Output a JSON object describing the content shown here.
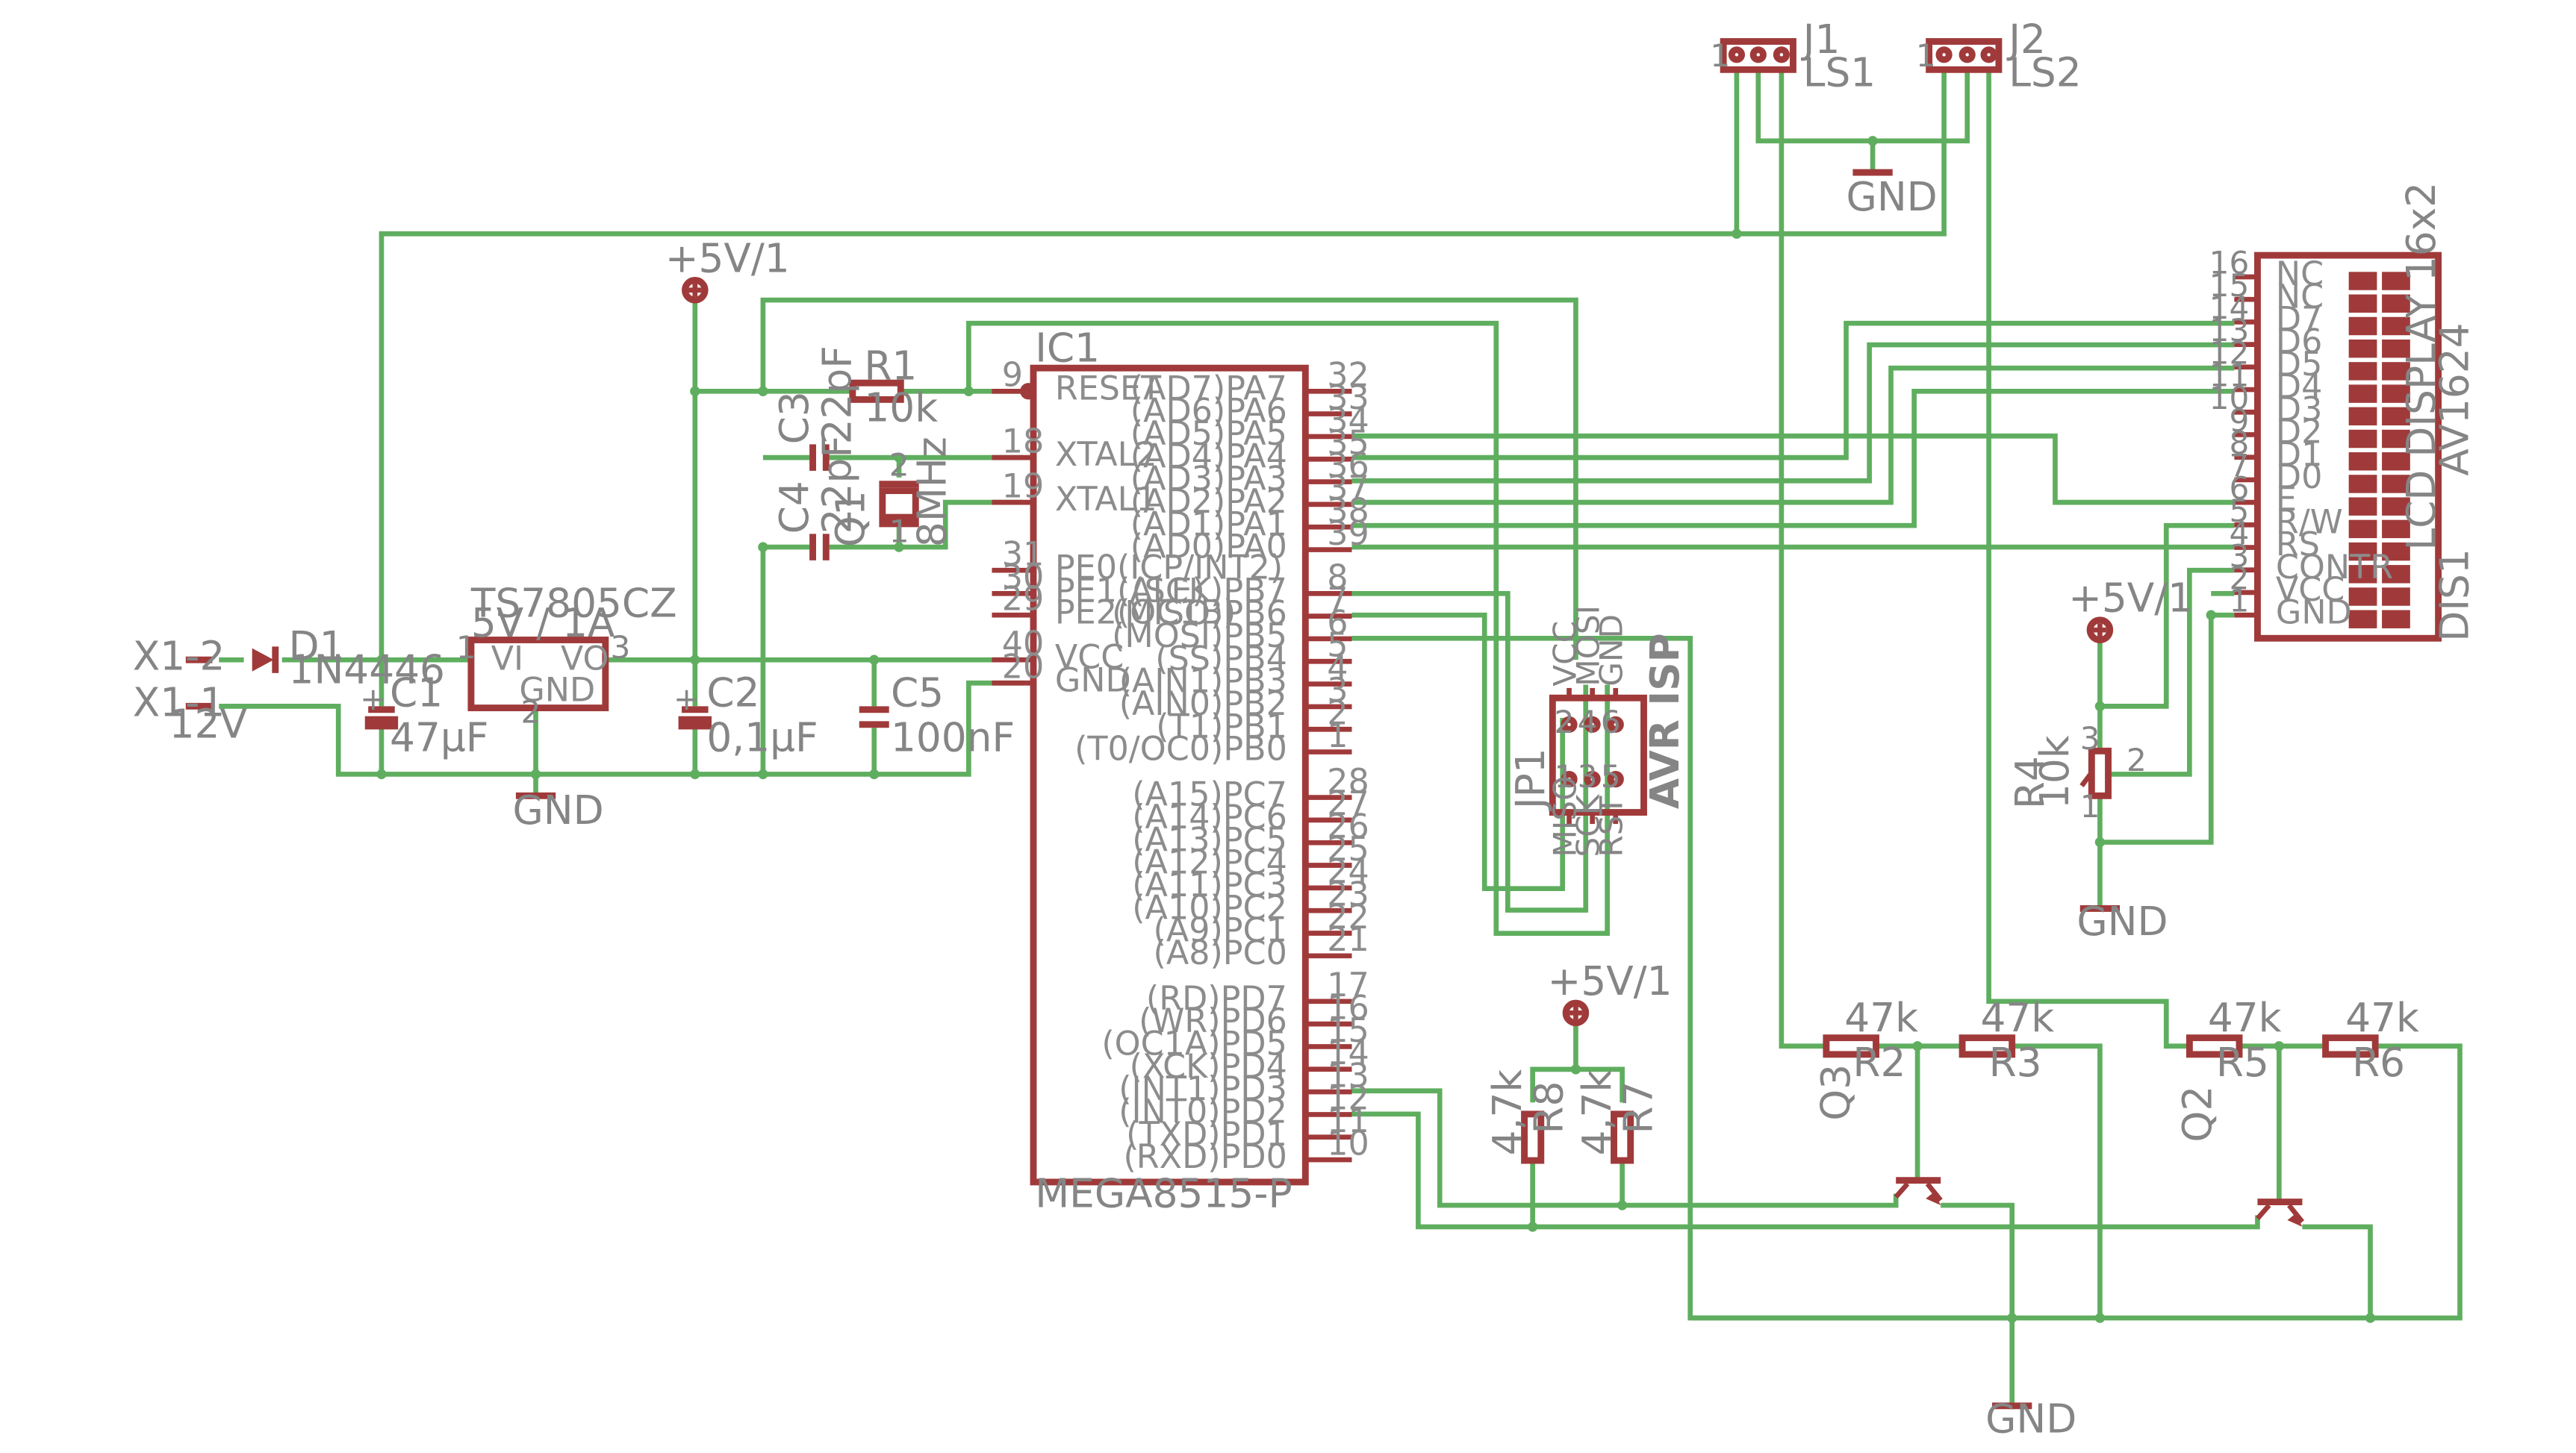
{
  "parts": {
    "j1": {
      "name": "J1",
      "value": "LS1",
      "pin1": "1"
    },
    "j2": {
      "name": "J2",
      "value": "LS2",
      "pin1": "1"
    },
    "gnd_label": "GND",
    "supply_label": "+5V/1",
    "d1": {
      "name": "D1",
      "value": "1N4446"
    },
    "x1_2": "X1-2",
    "x1_1": "X1-1",
    "x1_voltage": "12V",
    "c1": {
      "name": "C1",
      "value": "47µF"
    },
    "c2": {
      "name": "C2",
      "value": "0,1µF"
    },
    "c3": {
      "name": "C3",
      "value": "22pF"
    },
    "c4": {
      "name": "C4",
      "value": "22pF"
    },
    "c5": {
      "name": "C5",
      "value": "100nF"
    },
    "r1": {
      "name": "R1",
      "value": "10k"
    },
    "r2": {
      "name": "R2",
      "value": "47k"
    },
    "r3": {
      "name": "R3",
      "value": "47k"
    },
    "r4": {
      "name": "R4",
      "value": "10k"
    },
    "r5": {
      "name": "R5",
      "value": "47k"
    },
    "r6": {
      "name": "R6",
      "value": "47k"
    },
    "r7": {
      "name": "R7",
      "value": "4,7k"
    },
    "r8": {
      "name": "R8",
      "value": "4,7k"
    },
    "q1": {
      "name": "Q1",
      "value": "8MHz"
    },
    "q2": {
      "name": "Q2"
    },
    "q3": {
      "name": "Q3"
    },
    "reg": {
      "name": "TS7805CZ",
      "value": "5V / 1A",
      "vi": "VI",
      "vo": "VO",
      "gnd": "GND",
      "p1": "1",
      "p2": "2",
      "p3": "3"
    },
    "ic1": {
      "name": "IC1",
      "value": "MEGA8515-P"
    },
    "jp1": {
      "name": "JP1",
      "title": "AVR ISP"
    },
    "dis1": {
      "name": "DIS1",
      "value": "AV1624",
      "title": "LCD DISPLAY 16x2"
    }
  },
  "ic_left_pins": [
    {
      "num": "9",
      "label": "RESET"
    },
    {
      "num": "18",
      "label": "XTAL2"
    },
    {
      "num": "19",
      "label": "XTAL1"
    },
    {
      "num": "31",
      "label": "PE0(ICP/INT2)"
    },
    {
      "num": "30",
      "label": "PE1(ALE)"
    },
    {
      "num": "29",
      "label": "PE2(OC1B)"
    },
    {
      "num": "40",
      "label": "VCC"
    },
    {
      "num": "20",
      "label": "GND"
    }
  ],
  "ic_right_pins": [
    {
      "num": "32",
      "label": "(AD7)PA7"
    },
    {
      "num": "33",
      "label": "(AD6)PA6"
    },
    {
      "num": "34",
      "label": "(AD5)PA5"
    },
    {
      "num": "35",
      "label": "(AD4)PA4"
    },
    {
      "num": "36",
      "label": "(AD3)PA3"
    },
    {
      "num": "37",
      "label": "(AD2)PA2"
    },
    {
      "num": "38",
      "label": "(AD1)PA1"
    },
    {
      "num": "39",
      "label": "(AD0)PA0"
    },
    {
      "num": "8",
      "label": "(SCK)PB7"
    },
    {
      "num": "7",
      "label": "(MISO)PB6"
    },
    {
      "num": "6",
      "label": "(MOSI)PB5"
    },
    {
      "num": "5",
      "label": "(SS)PB4"
    },
    {
      "num": "4",
      "label": "(AIN1)PB3"
    },
    {
      "num": "3",
      "label": "(AIN0)PB2"
    },
    {
      "num": "2",
      "label": "(T1)PB1"
    },
    {
      "num": "1",
      "label": "(T0/OC0)PB0"
    },
    {
      "num": "28",
      "label": "(A15)PC7"
    },
    {
      "num": "27",
      "label": "(A14)PC6"
    },
    {
      "num": "26",
      "label": "(A13)PC5"
    },
    {
      "num": "25",
      "label": "(A12)PC4"
    },
    {
      "num": "24",
      "label": "(A11)PC3"
    },
    {
      "num": "23",
      "label": "(A10)PC2"
    },
    {
      "num": "22",
      "label": "(A9)PC1"
    },
    {
      "num": "21",
      "label": "(A8)PC0"
    },
    {
      "num": "17",
      "label": "(RD)PD7"
    },
    {
      "num": "16",
      "label": "(WR)PD6"
    },
    {
      "num": "15",
      "label": "(OC1A)PD5"
    },
    {
      "num": "14",
      "label": "(XCK)PD4"
    },
    {
      "num": "13",
      "label": "(INT1)PD3"
    },
    {
      "num": "12",
      "label": "(INT0)PD2"
    },
    {
      "num": "11",
      "label": "(TXD)PD1"
    },
    {
      "num": "10",
      "label": "(RXD)PD0"
    }
  ],
  "lcd_pins": [
    {
      "num": "16",
      "label": "NC"
    },
    {
      "num": "15",
      "label": "NC"
    },
    {
      "num": "14",
      "label": "D7"
    },
    {
      "num": "13",
      "label": "D6"
    },
    {
      "num": "12",
      "label": "D5"
    },
    {
      "num": "11",
      "label": "D4"
    },
    {
      "num": "10",
      "label": "D3"
    },
    {
      "num": "9",
      "label": "D2"
    },
    {
      "num": "8",
      "label": "D1"
    },
    {
      "num": "7",
      "label": "D0"
    },
    {
      "num": "6",
      "label": "E"
    },
    {
      "num": "5",
      "label": "R/W"
    },
    {
      "num": "4",
      "label": "RS"
    },
    {
      "num": "3",
      "label": "CONTR"
    },
    {
      "num": "2",
      "label": "VCC"
    },
    {
      "num": "1",
      "label": "GND"
    }
  ],
  "isp": {
    "top_labels": [
      "VCC",
      "MOSI",
      "GND"
    ],
    "bottom_labels": [
      "MISO",
      "SCK",
      "RST"
    ],
    "top_nums": [
      "2",
      "4",
      "6"
    ],
    "bottom_nums": [
      "1",
      "3",
      "5"
    ]
  },
  "small_nums": {
    "pin1": "1",
    "pin2": "2",
    "pin3": "3",
    "plus": "+"
  },
  "colors": {
    "wire": "#5fae5f",
    "part": "#a03a3a",
    "text": "#858585"
  }
}
